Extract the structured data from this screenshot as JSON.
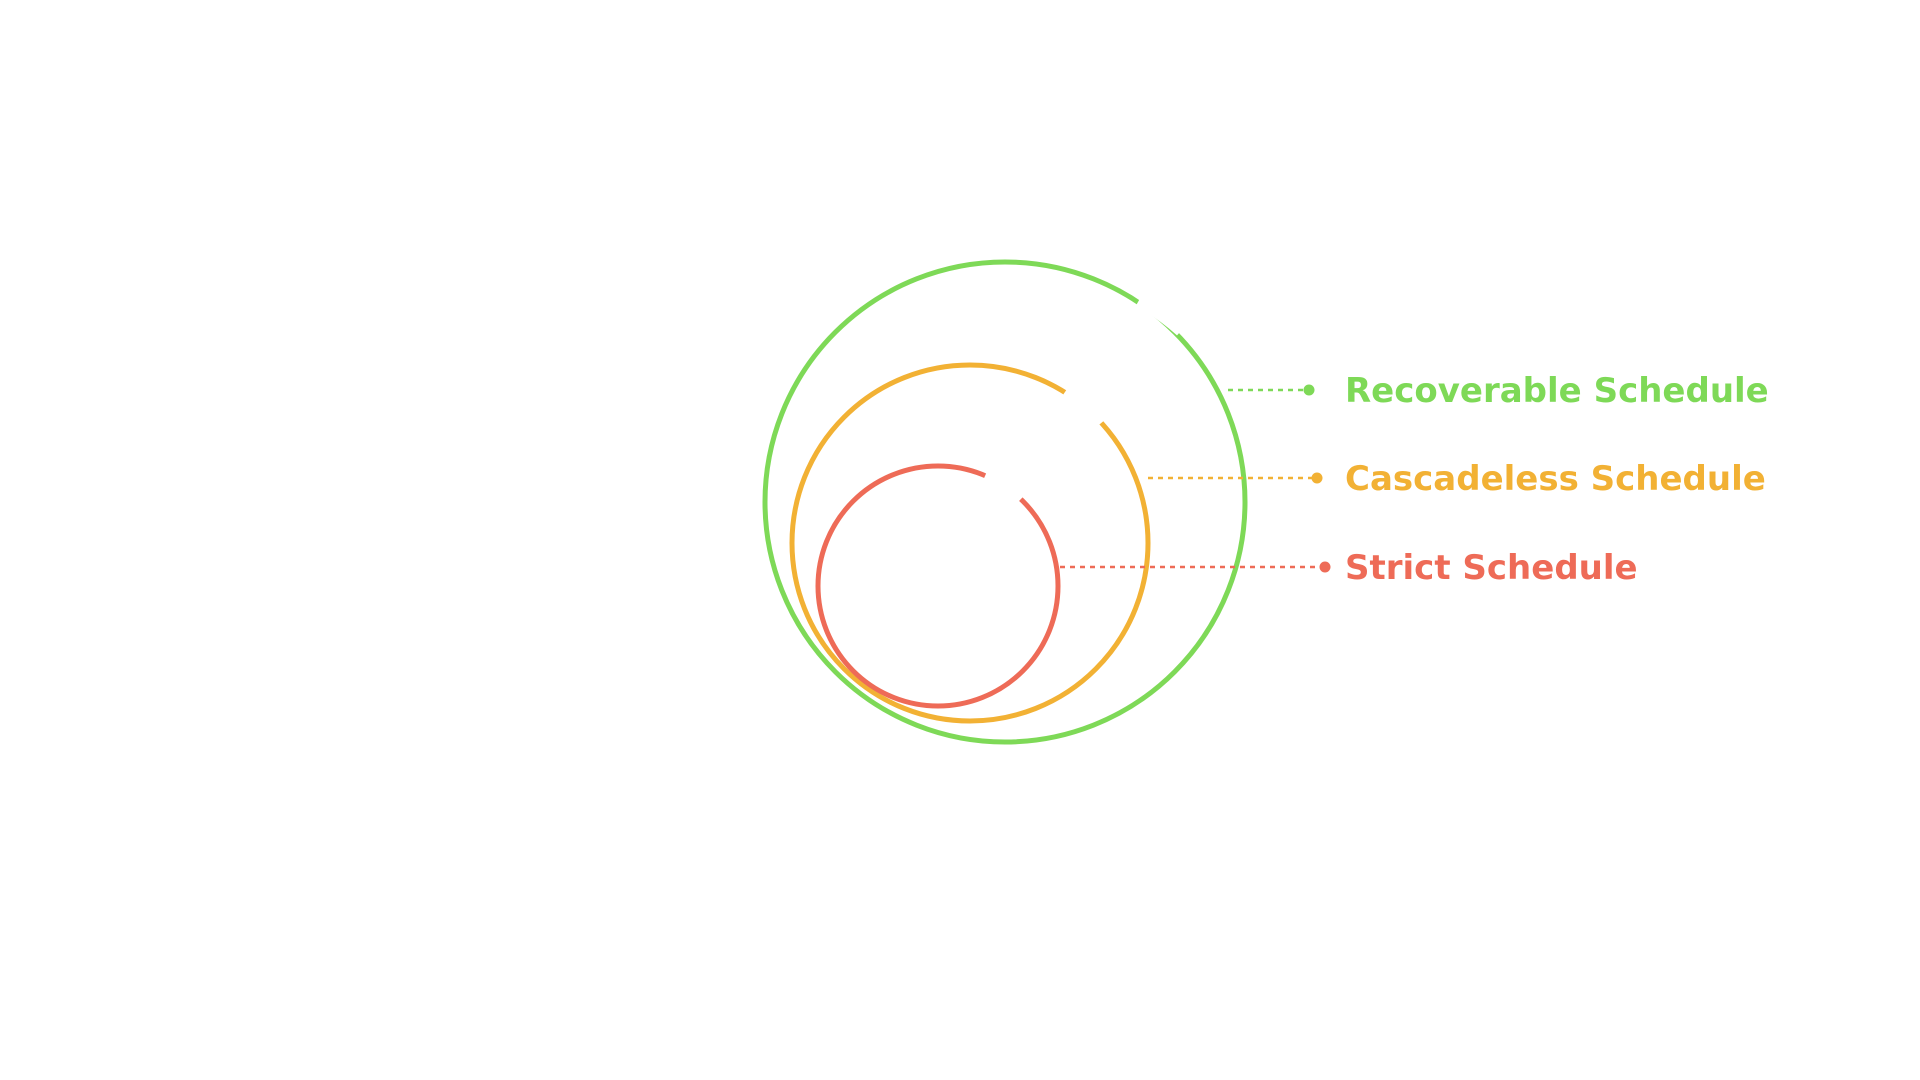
{
  "diagram": {
    "type": "nested-sets",
    "sets": [
      {
        "id": "recoverable",
        "label": "Recoverable Schedule",
        "color": "#7ed957"
      },
      {
        "id": "cascadeless",
        "label": "Cascadeless Schedule",
        "color": "#f2b134"
      },
      {
        "id": "strict",
        "label": "Strict Schedule",
        "color": "#ee6b57"
      }
    ]
  }
}
